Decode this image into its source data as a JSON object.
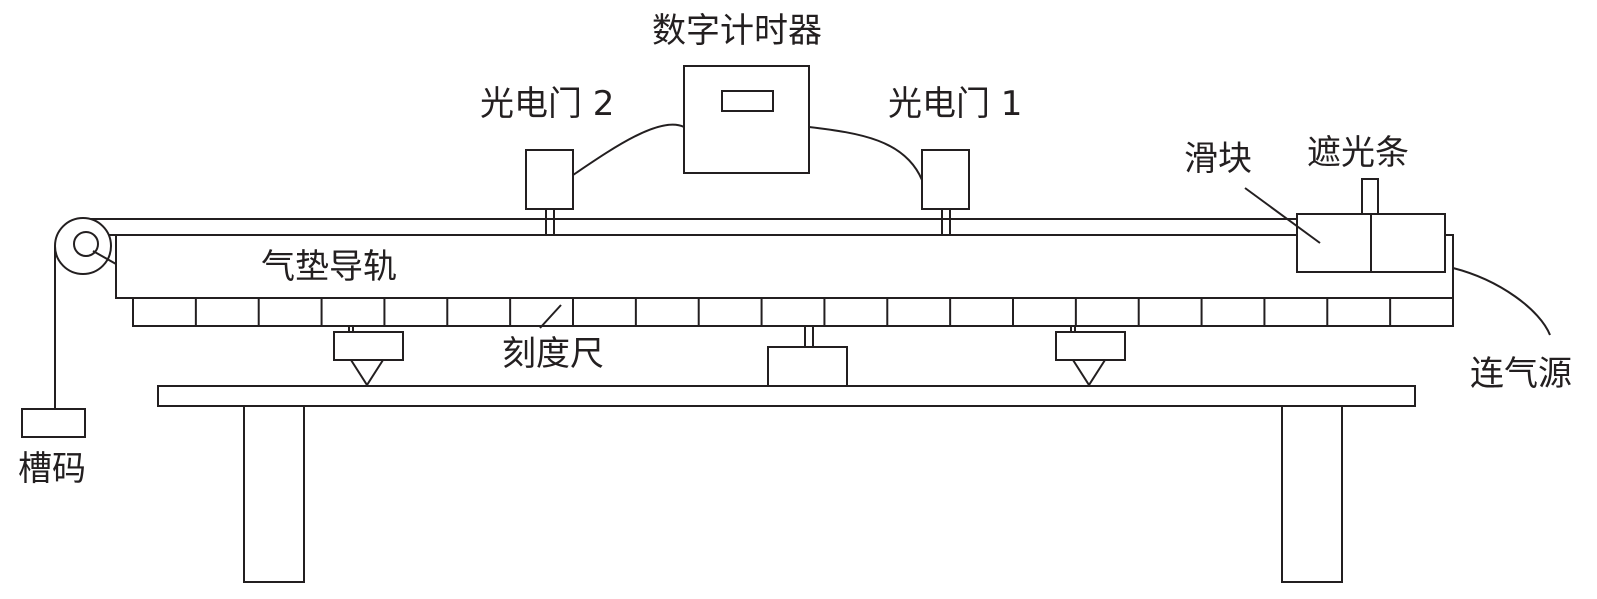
{
  "labels": {
    "digital_timer": "数字计时器",
    "photogate_2": "光电门 2",
    "photogate_1": "光电门 1",
    "slider": "滑块",
    "light_strip": "遮光条",
    "air_track": "气垫导轨",
    "scale_ruler": "刻度尺",
    "weight": "槽码",
    "air_source": "连气源"
  },
  "colors": {
    "stroke": "#231f20",
    "background": "#ffffff"
  }
}
